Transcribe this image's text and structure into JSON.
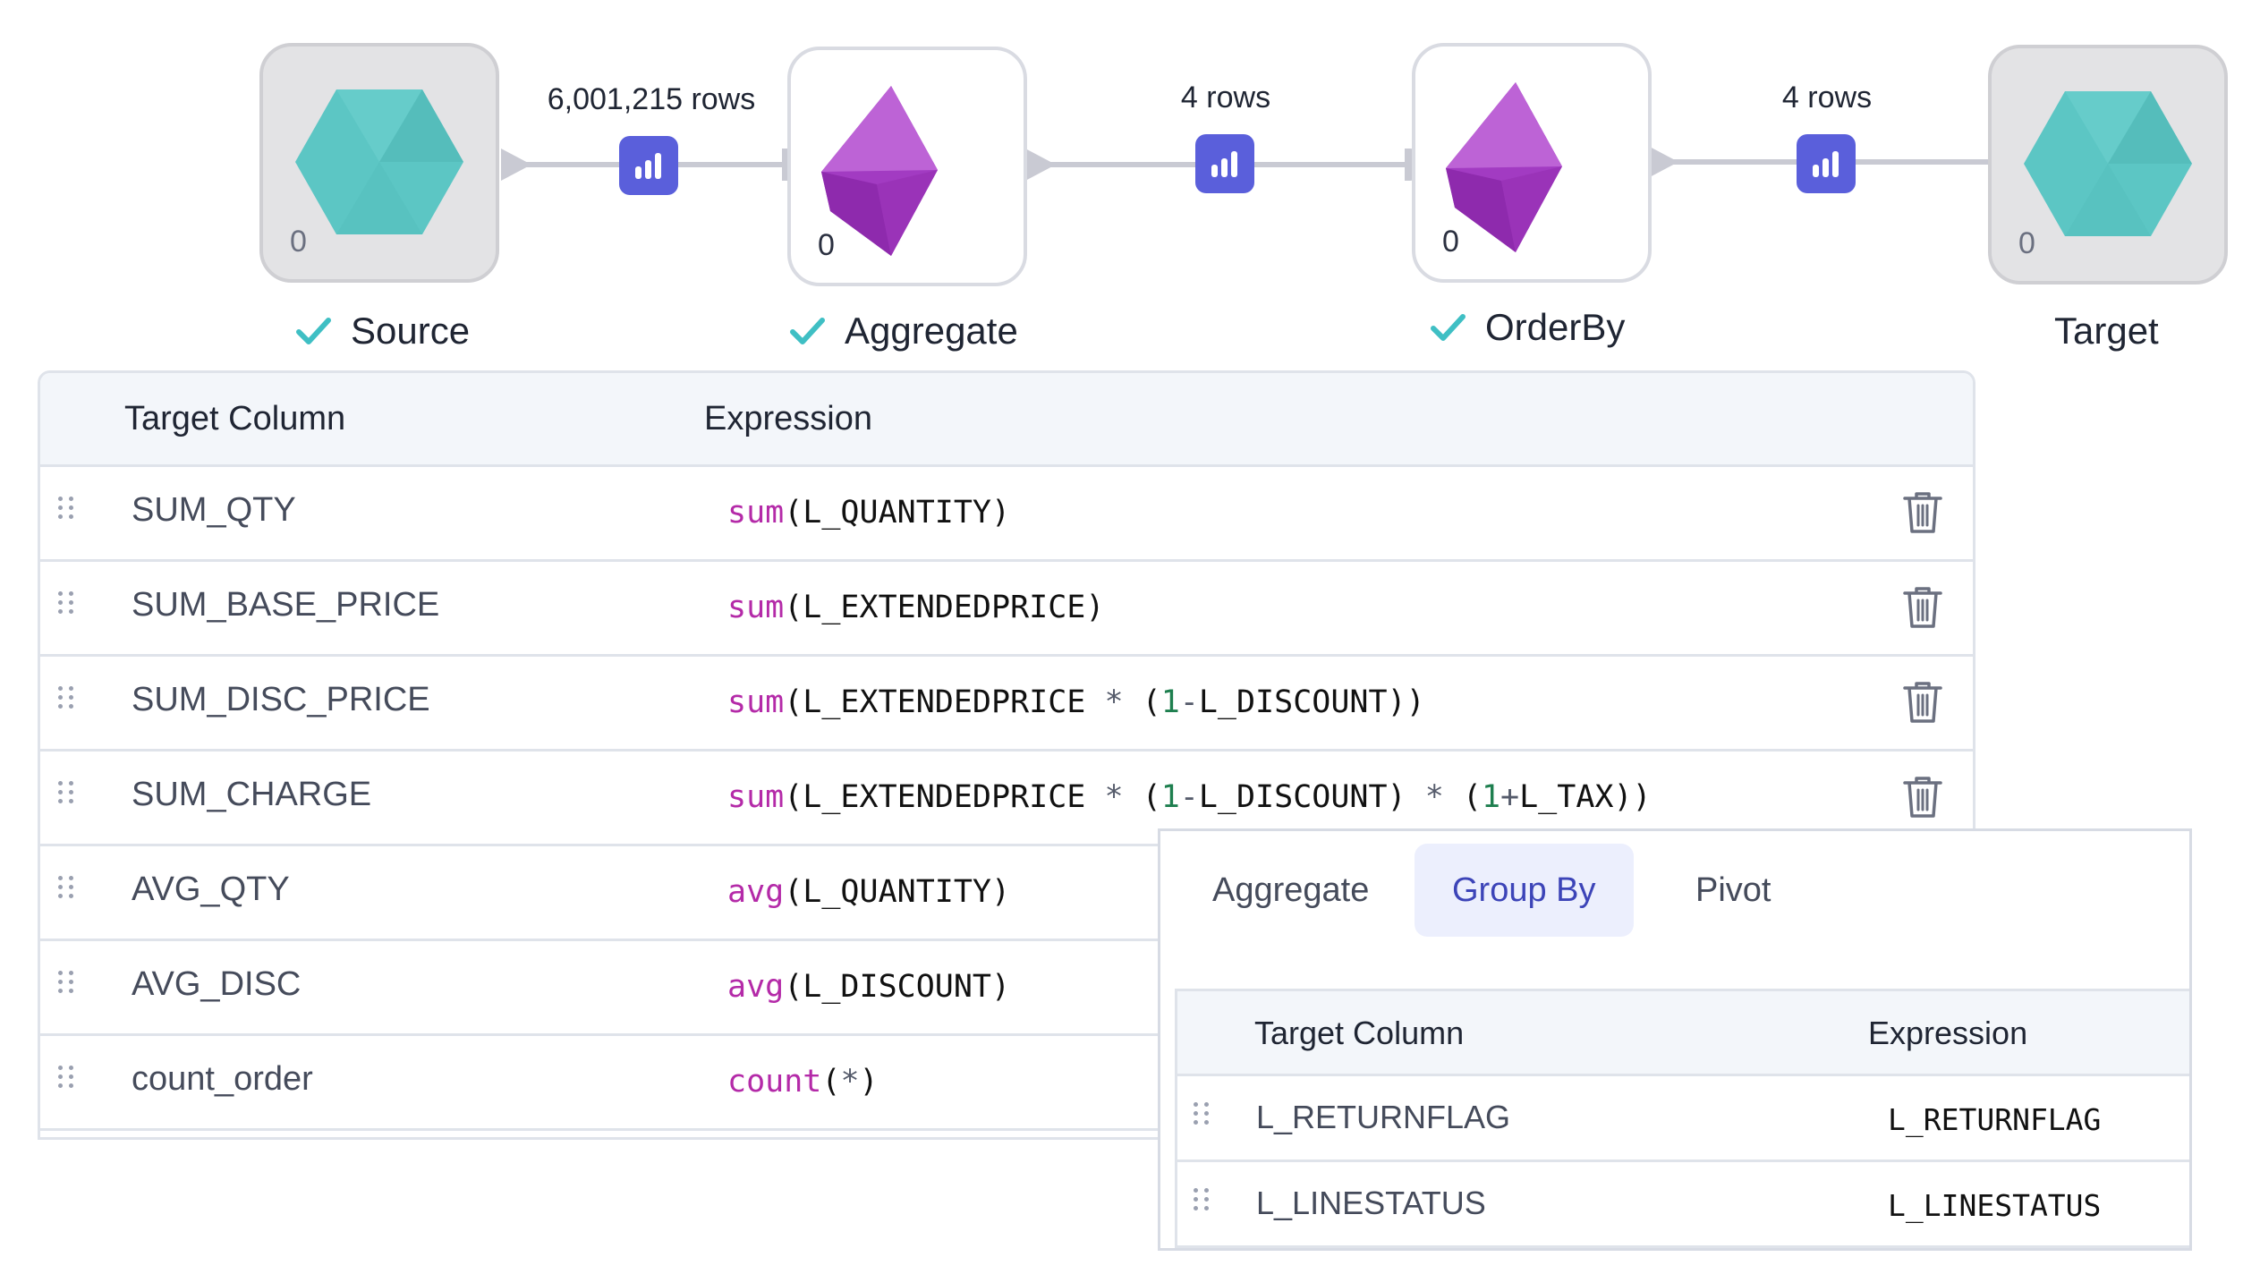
{
  "pipeline": {
    "nodes": [
      {
        "label": "Source",
        "count": "0",
        "checked": true,
        "icon": "hexagon-icon"
      },
      {
        "label": "Aggregate",
        "count": "0",
        "checked": true,
        "icon": "gem-icon"
      },
      {
        "label": "OrderBy",
        "count": "0",
        "checked": true,
        "icon": "gem-icon"
      },
      {
        "label": "Target",
        "count": "0",
        "checked": false,
        "icon": "hexagon-icon"
      }
    ],
    "links": [
      {
        "rows": "6,001,215 rows"
      },
      {
        "rows": "4 rows"
      },
      {
        "rows": "4 rows"
      }
    ]
  },
  "table": {
    "headers": {
      "target_column": "Target Column",
      "expression": "Expression"
    },
    "rows": [
      {
        "name": "SUM_QTY",
        "expr": [
          [
            "fn",
            "sum"
          ],
          [
            "t",
            "(L_QUANTITY)"
          ]
        ]
      },
      {
        "name": "SUM_BASE_PRICE",
        "expr": [
          [
            "fn",
            "sum"
          ],
          [
            "t",
            "(L_EXTENDEDPRICE)"
          ]
        ]
      },
      {
        "name": "SUM_DISC_PRICE",
        "expr": [
          [
            "fn",
            "sum"
          ],
          [
            "t",
            "(L_EXTENDEDPRICE "
          ],
          [
            "op",
            "*"
          ],
          [
            "t",
            " ("
          ],
          [
            "num",
            "1"
          ],
          [
            "op",
            "-"
          ],
          [
            "t",
            "L_DISCOUNT))"
          ]
        ]
      },
      {
        "name": "SUM_CHARGE",
        "expr": [
          [
            "fn",
            "sum"
          ],
          [
            "t",
            "(L_EXTENDEDPRICE "
          ],
          [
            "op",
            "*"
          ],
          [
            "t",
            " ("
          ],
          [
            "num",
            "1"
          ],
          [
            "op",
            "-"
          ],
          [
            "t",
            "L_DISCOUNT) "
          ],
          [
            "op",
            "*"
          ],
          [
            "t",
            " ("
          ],
          [
            "num",
            "1"
          ],
          [
            "op",
            "+"
          ],
          [
            "t",
            "L_TAX))"
          ]
        ]
      },
      {
        "name": "AVG_QTY",
        "expr": [
          [
            "fn",
            "avg"
          ],
          [
            "t",
            "(L_QUANTITY)"
          ]
        ]
      },
      {
        "name": "AVG_DISC",
        "expr": [
          [
            "fn",
            "avg"
          ],
          [
            "t",
            "(L_DISCOUNT)"
          ]
        ]
      },
      {
        "name": "count_order",
        "expr": [
          [
            "fn",
            "count"
          ],
          [
            "t",
            "("
          ],
          [
            "op",
            "*"
          ],
          [
            "t",
            ")"
          ]
        ]
      }
    ]
  },
  "popover": {
    "tabs": [
      "Aggregate",
      "Group By",
      "Pivot"
    ],
    "active_tab": "Group By",
    "headers": {
      "target_column": "Target Column",
      "expression": "Expression"
    },
    "rows": [
      {
        "name": "L_RETURNFLAG",
        "expr": "L_RETURNFLAG"
      },
      {
        "name": "L_LINESTATUS",
        "expr": "L_LINESTATUS"
      }
    ]
  },
  "colors": {
    "accent": "#5a5fdb",
    "hexagon": "#5cc6c4",
    "gem": "#a23bc2",
    "check": "#3fbfc4",
    "function": "#b42aa8",
    "number": "#1e7f4f"
  }
}
